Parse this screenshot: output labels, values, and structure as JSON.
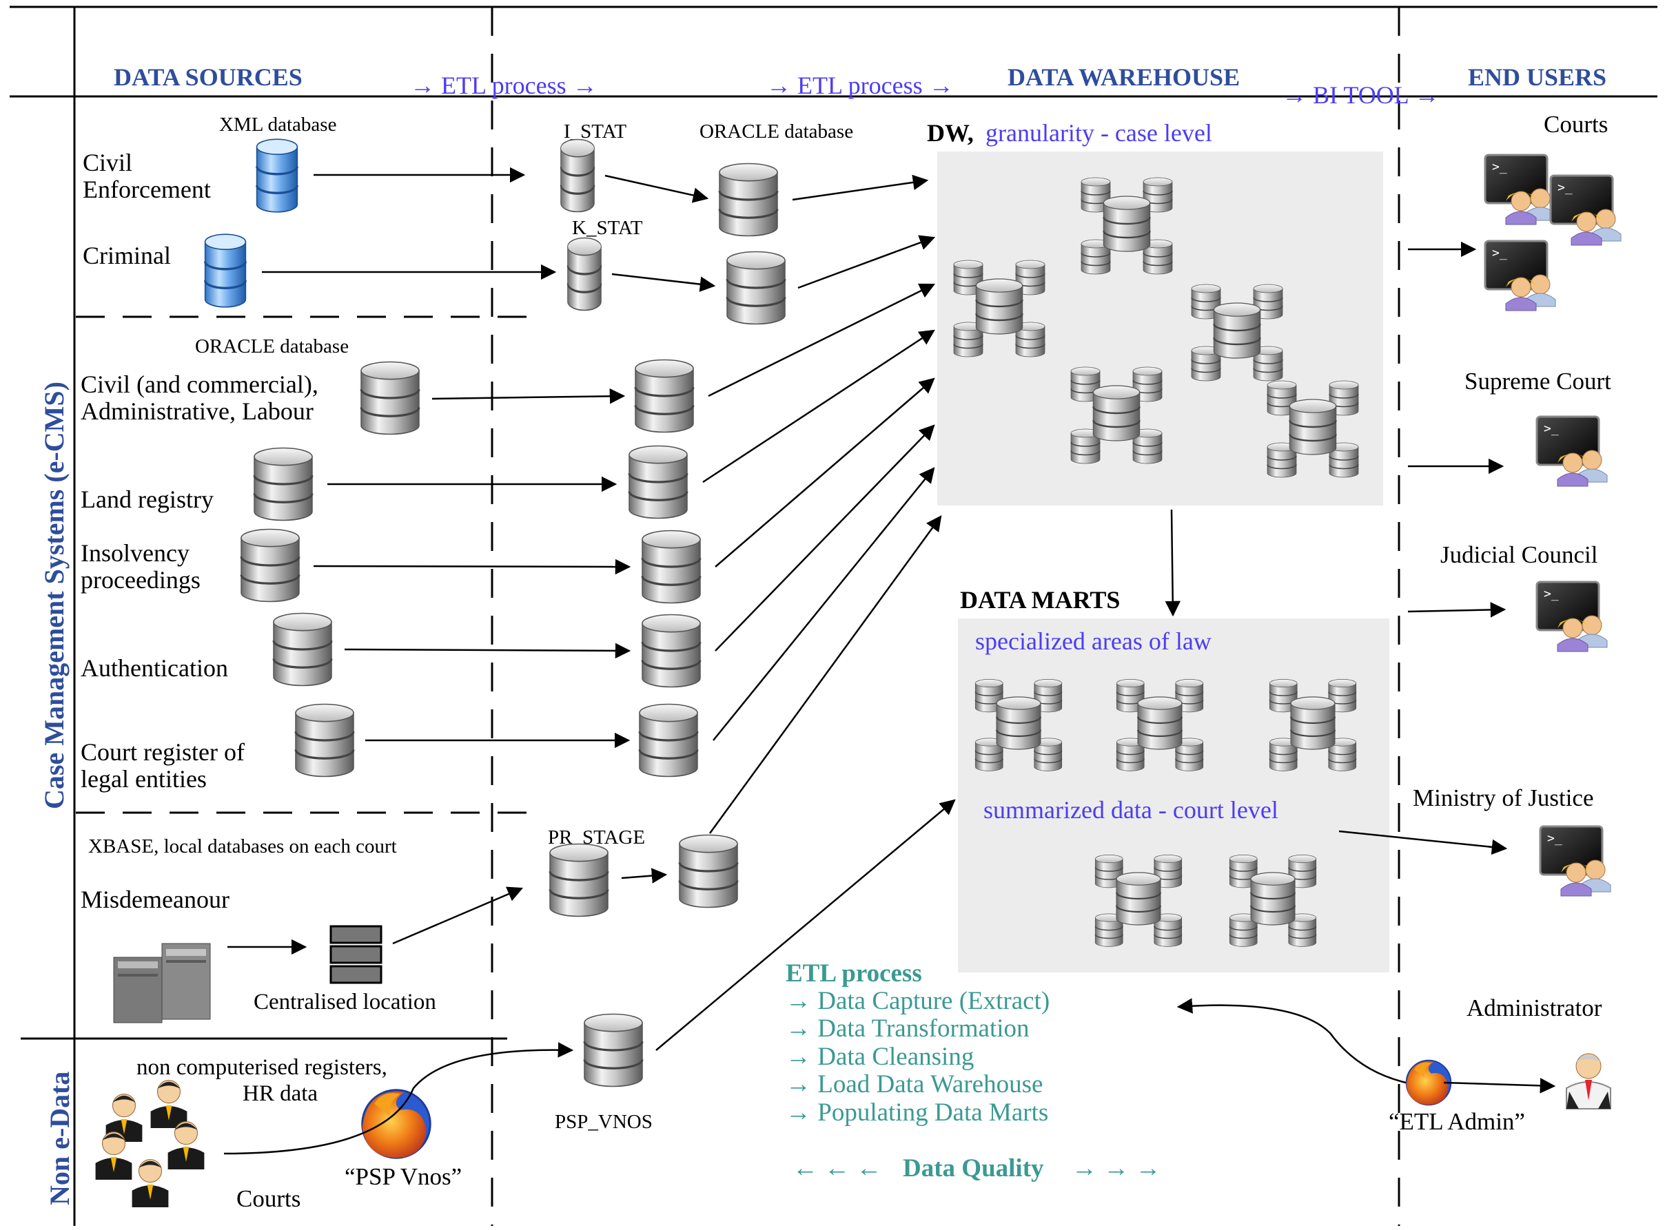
{
  "headers": {
    "data_sources": "DATA SOURCES",
    "etl_process_1": "→ ETL process →",
    "etl_process_2": "→ ETL process →",
    "data_warehouse": "DATA WAREHOUSE",
    "bi_tool": "→ BI TOOL →",
    "end_users": "END USERS"
  },
  "side_labels": {
    "ecms": "Case Management Systems (e-CMS)",
    "non_edata": "Non e-Data"
  },
  "sources": {
    "xml_db": "XML  database",
    "oracle_db": "ORACLE  database",
    "xbase": "XBASE, local databases on each court",
    "civil_enforcement": [
      "Civil",
      "Enforcement"
    ],
    "criminal": "Criminal",
    "civil_commercial": [
      "Civil (and commercial),",
      "Administrative, Labour"
    ],
    "land_registry": "Land registry",
    "insolvency": [
      "Insolvency",
      "proceedings"
    ],
    "authentication": "Authentication",
    "court_register": [
      "Court register of",
      "legal entities"
    ],
    "misdemeanour": "Misdemeanour",
    "centralised": "Centralised location",
    "non_computerised": [
      "non computerised registers,",
      "HR data"
    ],
    "courts": "Courts",
    "psp_vnos": "“PSP Vnos”"
  },
  "staging": {
    "i_stat": "I_STAT",
    "k_stat": "K_STAT",
    "oracle_db": "ORACLE  database",
    "pr_stage": "PR_STAGE",
    "psp_vnos": "PSP_VNOS"
  },
  "warehouse": {
    "dw_bold": "DW,",
    "dw_granularity": "granularity - case level",
    "data_marts": "DATA MARTS",
    "specialized": "specialized areas of law",
    "summarized": "summarized data - court level"
  },
  "etl_box": {
    "title": "ETL process",
    "steps": [
      "→ Data Capture (Extract)",
      "→ Data Transformation",
      "→ Data Cleansing",
      "→ Load Data Warehouse",
      "→ Populating Data Marts"
    ],
    "quality_left": "← ← ←",
    "quality_label": "Data Quality",
    "quality_right": "→ → →"
  },
  "end_users": {
    "courts": "Courts",
    "supreme_court": "Supreme Court",
    "judicial_council": "Judicial Council",
    "ministry": "Ministry of Justice",
    "administrator": "Administrator",
    "etl_admin": "“ETL Admin”"
  },
  "colors": {
    "header_blue": "#2e4d9c",
    "link_blue": "#4b3cf5",
    "etl_teal": "#3a9a92",
    "grey_panel": "#ececec"
  }
}
